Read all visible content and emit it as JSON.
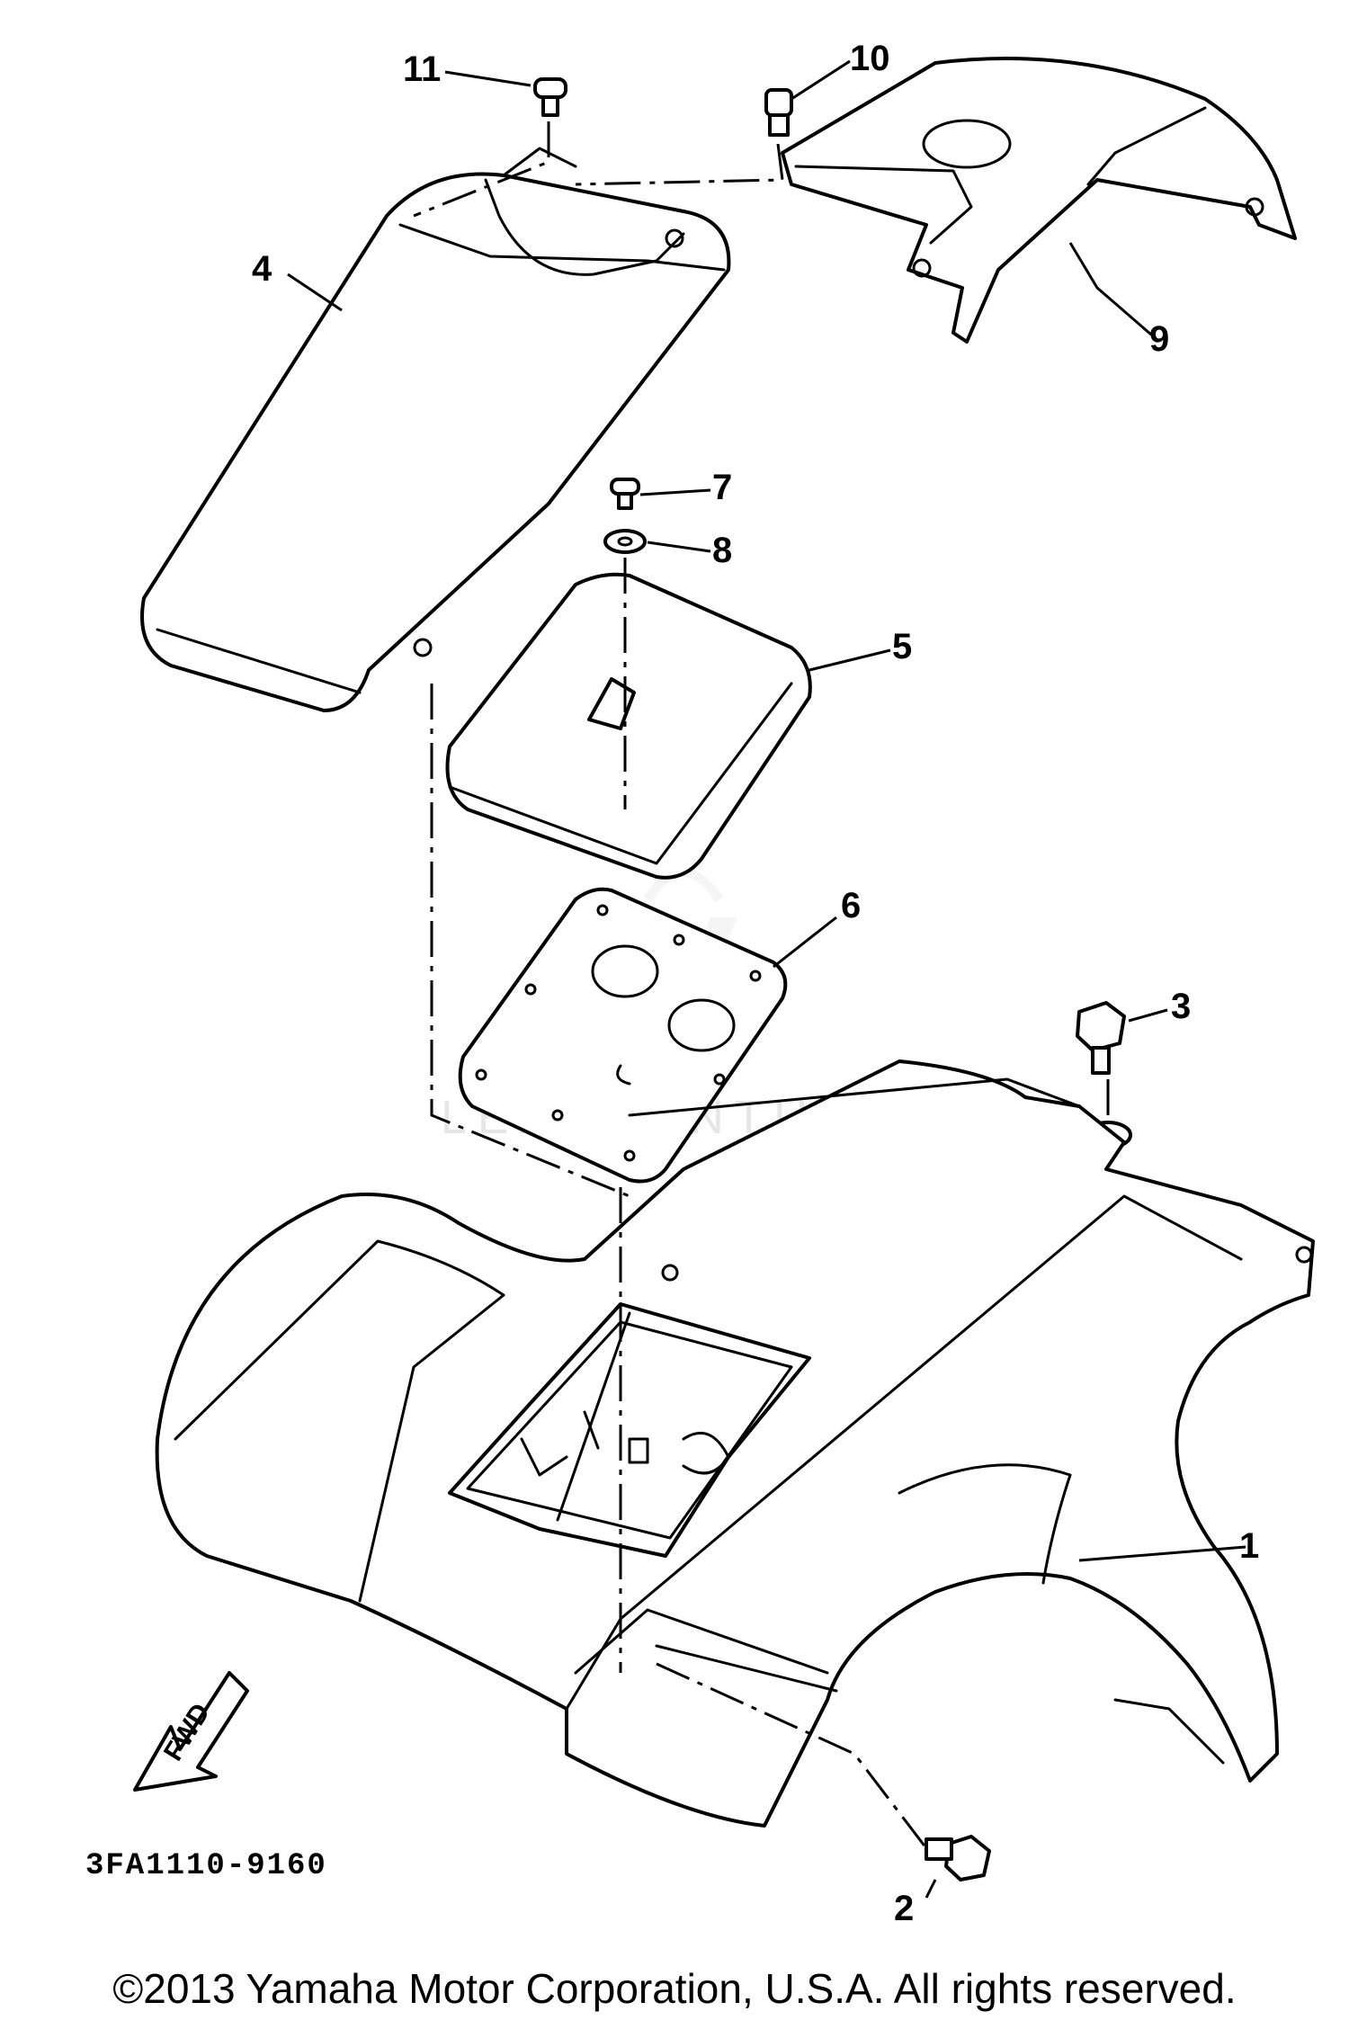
{
  "diagram": {
    "callouts": [
      {
        "id": "1",
        "label": "1"
      },
      {
        "id": "2",
        "label": "2"
      },
      {
        "id": "3",
        "label": "3"
      },
      {
        "id": "4",
        "label": "4"
      },
      {
        "id": "5",
        "label": "5"
      },
      {
        "id": "6",
        "label": "6"
      },
      {
        "id": "7",
        "label": "7"
      },
      {
        "id": "8",
        "label": "8"
      },
      {
        "id": "9",
        "label": "9"
      },
      {
        "id": "10",
        "label": "10"
      },
      {
        "id": "11",
        "label": "11"
      }
    ],
    "part_code": "3FA1110-9160",
    "fwd_label": "FWD",
    "watermark": "LEADVENTURE"
  },
  "footer": {
    "copyright": "©2013 Yamaha Motor Corporation, U.S.A. All rights reserved."
  }
}
